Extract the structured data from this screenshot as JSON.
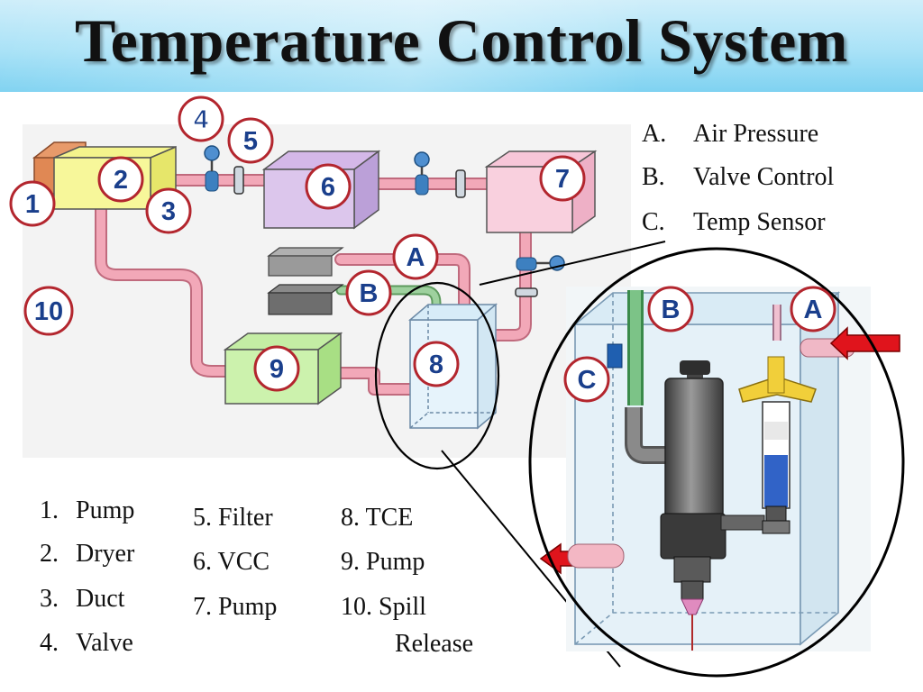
{
  "title": "Temperature Control System",
  "markers": {
    "m1": "1",
    "m2": "2",
    "m3": "3",
    "m4": "4",
    "m5": "5",
    "m6": "6",
    "m7": "7",
    "m8": "8",
    "m9": "9",
    "m10": "10",
    "mA": "A",
    "mB": "B",
    "mC": "C"
  },
  "letter_legend": [
    {
      "key": "A.",
      "label": "Air Pressure"
    },
    {
      "key": "B.",
      "label": "Valve Control"
    },
    {
      "key": "C.",
      "label": "Temp Sensor"
    }
  ],
  "component_legend": {
    "col1": [
      {
        "num": "1.",
        "label": "Pump"
      },
      {
        "num": "2.",
        "label": "Dryer"
      },
      {
        "num": "3.",
        "label": "Duct"
      },
      {
        "num": "4.",
        "label": "Valve"
      }
    ],
    "col2": [
      "5. Filter",
      "6. VCC",
      "7. Pump"
    ],
    "col3": [
      "8. TCE",
      "9. Pump",
      "10. Spill",
      "Release"
    ]
  },
  "colors": {
    "marker_outline": "#b3262e",
    "marker_text": "#1a3f8c",
    "pipe": "#ef9fb0",
    "arrow": "#e0141c"
  }
}
